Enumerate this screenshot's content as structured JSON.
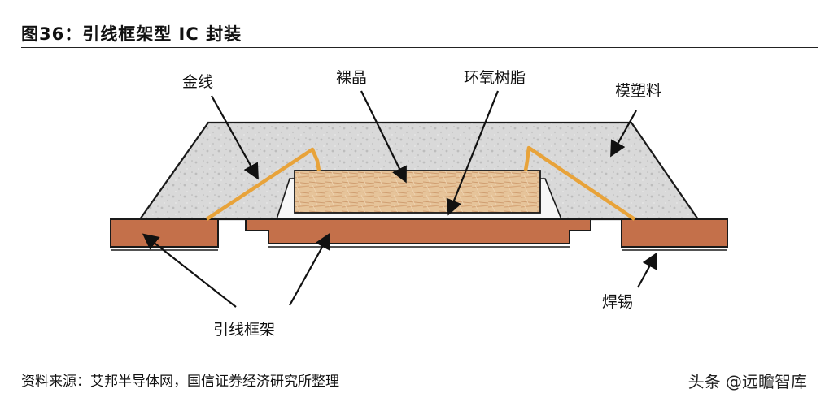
{
  "figure": {
    "title": "图36：引线框架型 IC 封装"
  },
  "labels": {
    "gold_wire": "金线",
    "die": "裸晶",
    "epoxy": "环氧树脂",
    "mold_compound": "模塑料",
    "lead_frame": "引线框架",
    "solder": "焊锡"
  },
  "colors": {
    "mold_fill": "#d8d8d8",
    "copper": "#c4704a",
    "gold_wire": "#e8a33a",
    "die_fill": "#e3bf94",
    "outline": "#1a1a1a"
  },
  "footer": {
    "source": "资料来源：艾邦半导体网，国信证券经济研究所整理",
    "watermark": "头条 @远瞻智库"
  }
}
